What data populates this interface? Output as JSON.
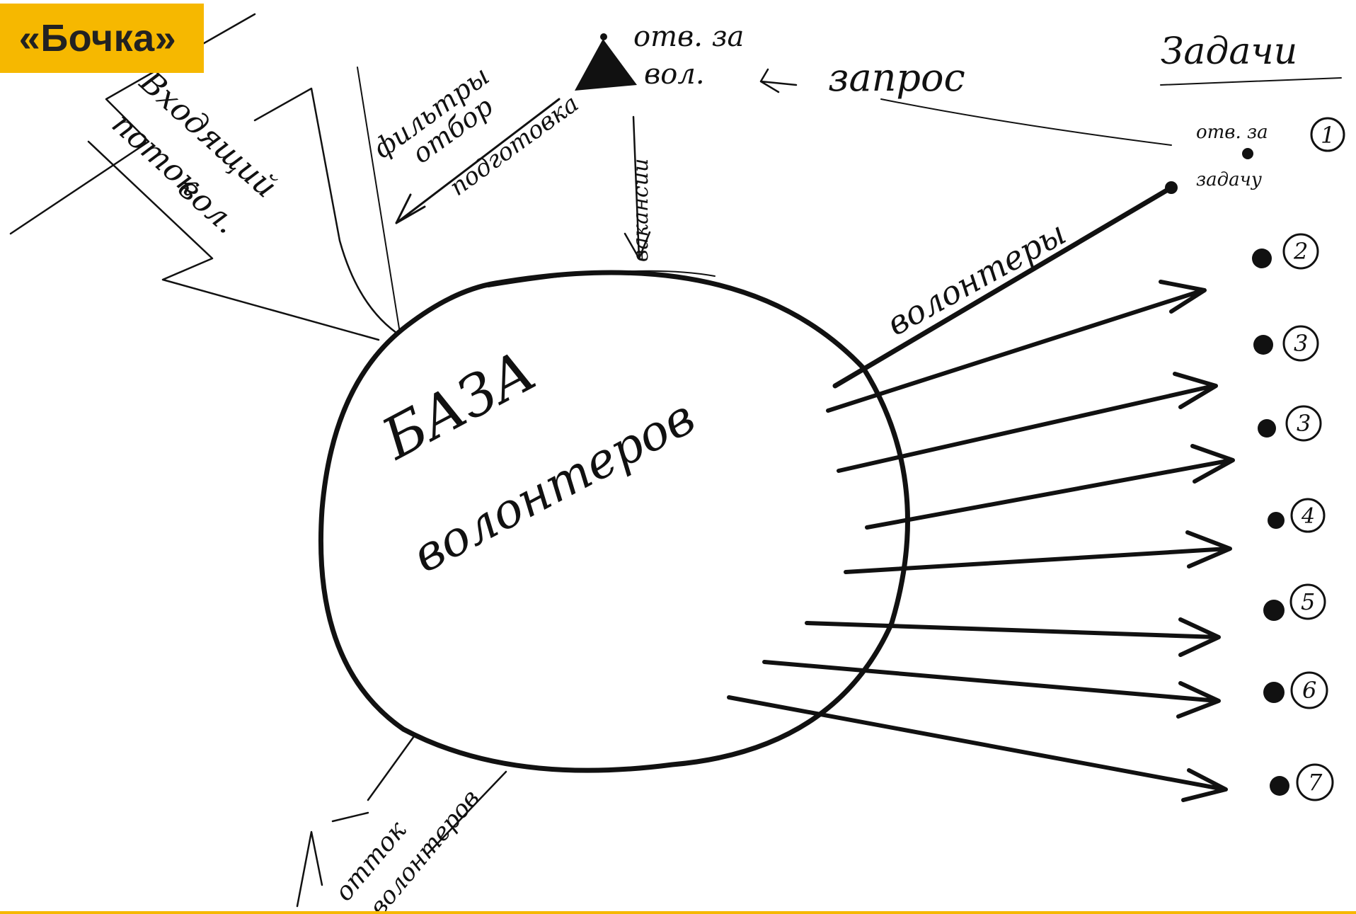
{
  "badge": {
    "title": "«Бочка»",
    "color": "#f6b800"
  },
  "accent_line_color": "#f6b800",
  "labels": {
    "incoming_stream": [
      "Входящий",
      "поток",
      "вол."
    ],
    "filters": [
      "фильтры",
      "отбор",
      "подготовка"
    ],
    "responsible_vol": [
      "отв. за",
      "вол."
    ],
    "request": "запрос",
    "vacancies": "вакансии",
    "tasks_header": "Задачи",
    "responsible_task": [
      "отв. за",
      "задачу"
    ],
    "volunteers": "волонтеры",
    "base": [
      "БАЗА",
      "волонтеров"
    ],
    "outflow": [
      "отток",
      "волонтеров"
    ]
  },
  "tasks": [
    {
      "marker": "1"
    },
    {
      "marker": "2"
    },
    {
      "marker": "3"
    },
    {
      "marker": "3"
    },
    {
      "marker": "4"
    },
    {
      "marker": "5"
    },
    {
      "marker": "6"
    },
    {
      "marker": "7"
    }
  ],
  "icons": {
    "person": "triangle-person-icon",
    "dot": "bullet-dot-icon"
  }
}
